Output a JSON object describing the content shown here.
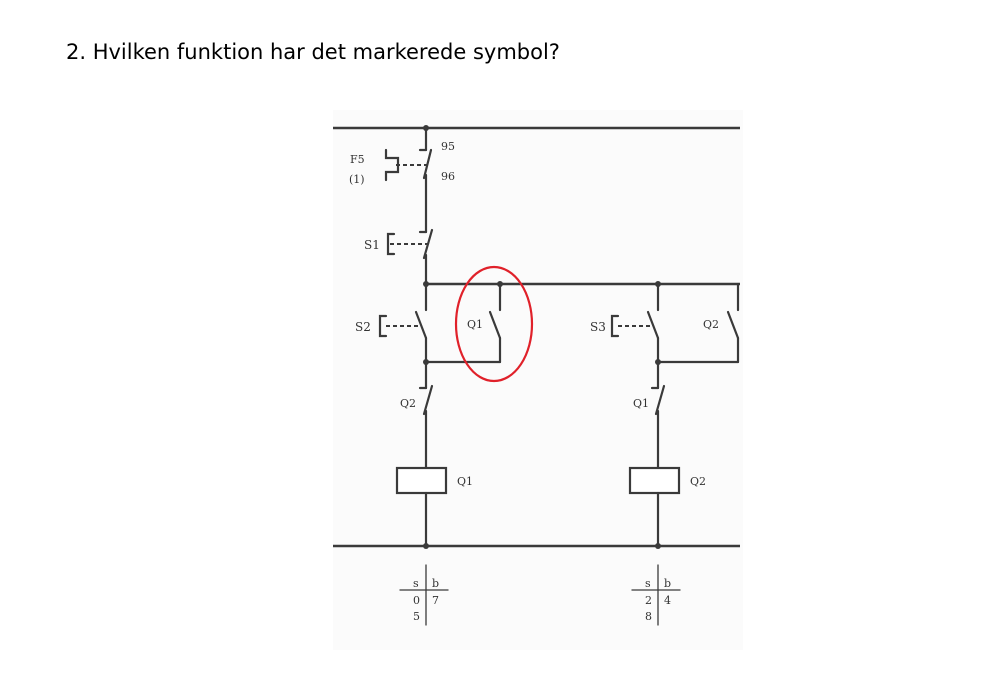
{
  "question": "2. Hvilken funktion har det markerede symbol?",
  "highlight_color": "#e0212a",
  "diagram": {
    "f5_label": "F5",
    "f5_sub": "(1)",
    "contact_95": "95",
    "contact_96": "96",
    "s1_label": "S1",
    "s2_label": "S2",
    "s3_label": "S3",
    "q1_aux_label": "Q1",
    "q2_aux_label": "Q2",
    "q2_interlock_label": "Q2",
    "q1_interlock_label": "Q1",
    "coil1_label": "Q1",
    "coil2_label": "Q2",
    "ref1": {
      "s": "s",
      "b": "b",
      "s_val": "0",
      "b_val": "7",
      "s_val2": "5"
    },
    "ref2": {
      "s": "s",
      "b": "b",
      "s_val": "2",
      "b_val": "4",
      "s_val2": "8"
    }
  }
}
